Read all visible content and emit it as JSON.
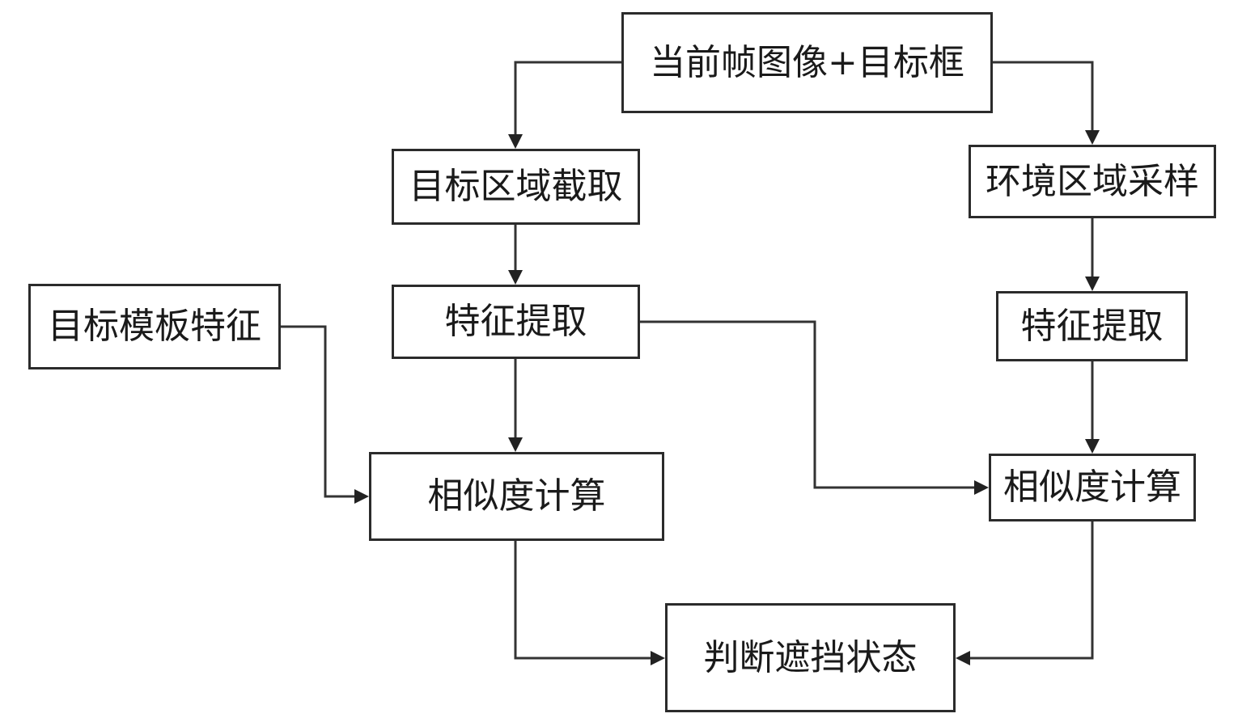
{
  "diagram": {
    "nodes": {
      "current_frame": "当前帧图像+目标框",
      "target_region_crop": "目标区域截取",
      "env_region_sample": "环境区域采样",
      "template_feature": "目标模板特征",
      "feature_extract_left": "特征提取",
      "feature_extract_right": "特征提取",
      "similarity_left": "相似度计算",
      "similarity_right": "相似度计算",
      "judge_occlusion": "判断遮挡状态"
    },
    "edges": [
      {
        "from": "current_frame",
        "to": "target_region_crop"
      },
      {
        "from": "current_frame",
        "to": "env_region_sample"
      },
      {
        "from": "target_region_crop",
        "to": "feature_extract_left"
      },
      {
        "from": "env_region_sample",
        "to": "feature_extract_right"
      },
      {
        "from": "template_feature",
        "to": "similarity_left"
      },
      {
        "from": "feature_extract_left",
        "to": "similarity_left"
      },
      {
        "from": "feature_extract_left",
        "to": "similarity_right"
      },
      {
        "from": "feature_extract_right",
        "to": "similarity_right"
      },
      {
        "from": "similarity_left",
        "to": "judge_occlusion"
      },
      {
        "from": "similarity_right",
        "to": "judge_occlusion"
      }
    ],
    "colors": {
      "box_border": "#2b2b2b",
      "line": "#333333",
      "text": "#1a1a1a",
      "background": "#ffffff"
    }
  }
}
